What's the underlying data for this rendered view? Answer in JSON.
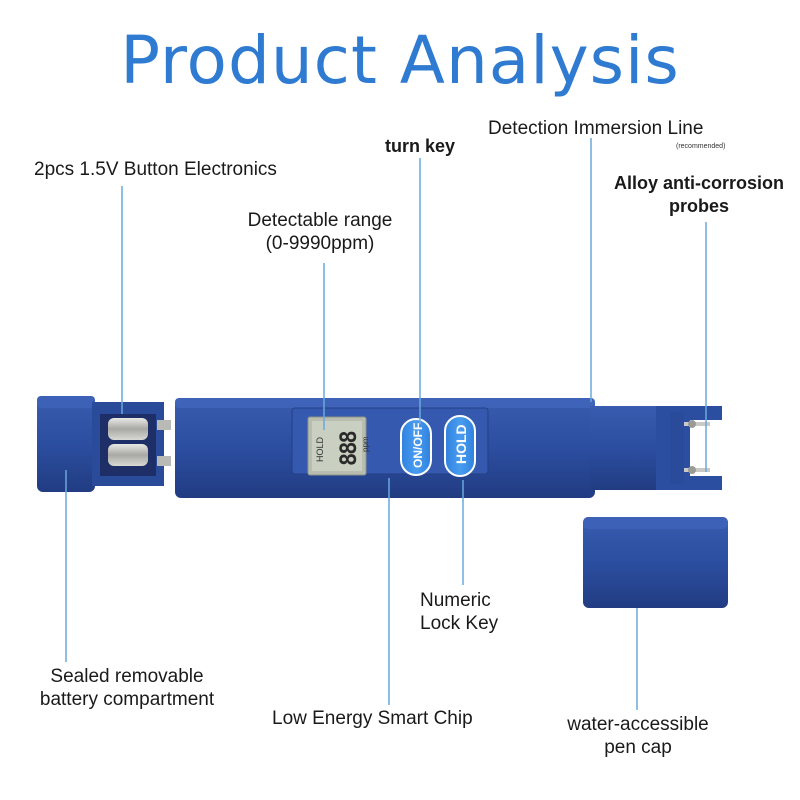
{
  "title": "Product Analysis",
  "labels": {
    "battery": "2pcs 1.5V Button Electronics",
    "range_line1": "Detectable range",
    "range_line2": "(0-9990ppm)",
    "turn_key": "turn key",
    "immersion": "Detection Immersion Line",
    "recommended": "(recommended)",
    "probes_line1": "Alloy anti-corrosion",
    "probes_line2": "probes",
    "lock_line1": "Numeric",
    "lock_line2": "Lock Key",
    "compartment_line1": "Sealed removable",
    "compartment_line2": "battery compartment",
    "chip": "Low Energy Smart Chip",
    "cap_line1": "water-accessible",
    "cap_line2": "pen cap"
  },
  "device": {
    "display_hold": "HOLD",
    "display_digits": "888",
    "display_unit": "ppm",
    "onoff_button": "ON/OFF",
    "hold_button": "HOLD"
  },
  "colors": {
    "title": "#2e7bd1",
    "body": "#2c4ea0",
    "button": "#3a8ee8",
    "leader": "#6aa8dc"
  }
}
